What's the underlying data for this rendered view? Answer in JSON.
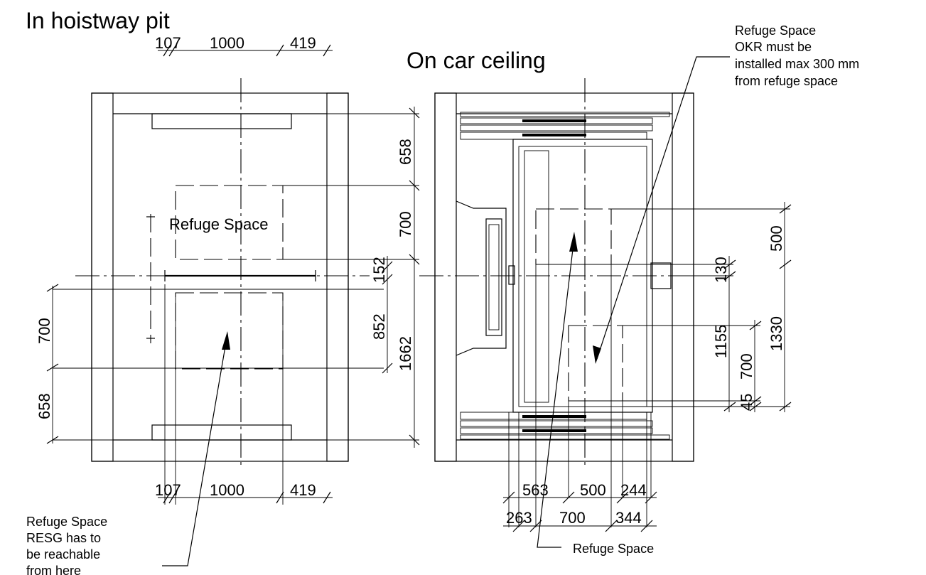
{
  "titles": {
    "left": "In hoistway pit",
    "right": "On car ceiling"
  },
  "left_plan": {
    "room_label": "Refuge Space",
    "dims_top": [
      "107",
      "1000",
      "419"
    ],
    "dims_bottom": [
      "107",
      "1000",
      "419"
    ],
    "dims_left": [
      "700",
      "658"
    ],
    "dims_right": [
      "658",
      "700",
      "152",
      "852",
      "1662"
    ],
    "note": [
      "Refuge Space",
      "RESG has to",
      "be reachable",
      "from here"
    ]
  },
  "right_plan": {
    "note_top": [
      "Refuge Space",
      "OKR must be",
      "installed max 300 mm",
      "from refuge space"
    ],
    "note_bottom": "Refuge Space",
    "dims_right": [
      "500",
      "130",
      "1155",
      "1330",
      "700",
      "45"
    ],
    "dims_bottom_row1": [
      "563",
      "500",
      "244"
    ],
    "dims_bottom_row2": [
      "263",
      "700",
      "344"
    ]
  }
}
